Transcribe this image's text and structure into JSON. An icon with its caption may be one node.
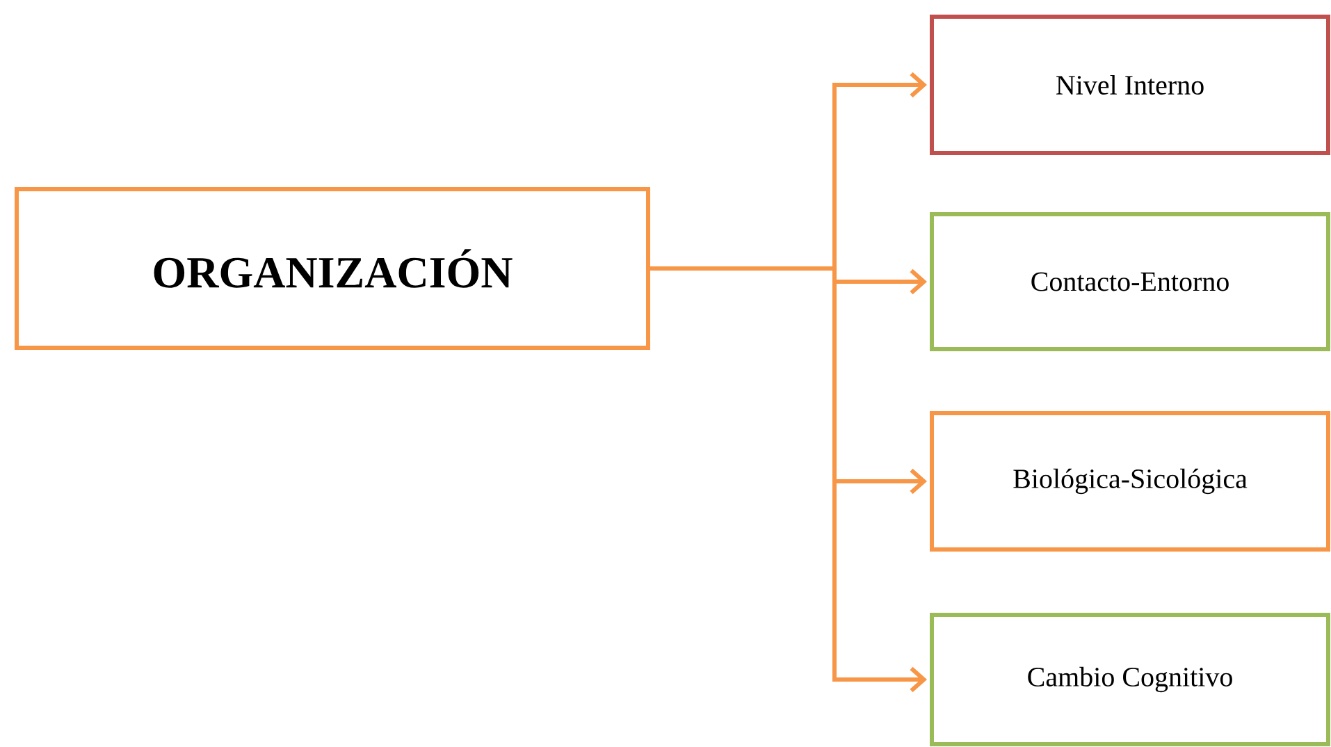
{
  "diagram": {
    "nodes": [
      {
        "text": [
          "ORGANIZACIÓN"
        ]
      },
      {
        "text": [
          "Nivel Interno"
        ]
      },
      {
        "text": [
          "Contacto-Entorno"
        ]
      },
      {
        "text": [
          "Biológica-Sicológica"
        ]
      },
      {
        "text": [
          "Cambio Cognitivo"
        ]
      }
    ],
    "edges": [
      {
        "from": 0,
        "to": 1,
        "arrow": "to"
      },
      {
        "from": 0,
        "to": 2,
        "arrow": "to"
      },
      {
        "from": 0,
        "to": 3,
        "arrow": "to"
      },
      {
        "from": 0,
        "to": 4,
        "arrow": "to"
      }
    ]
  }
}
